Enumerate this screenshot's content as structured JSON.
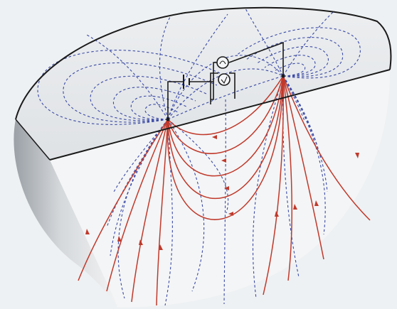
{
  "diagram": {
    "colors": {
      "background": "#eef1f3",
      "top_surface": "#e6e8ea",
      "cut_face": "#f4f5f6",
      "outline": "#1a1a1a",
      "equipotential_lines": "#3b4aa6",
      "current_lines": "#c0392b"
    },
    "components": [
      {
        "id": "battery",
        "icon": "battery-symbol"
      },
      {
        "id": "ammeter",
        "icon": "meter-circle"
      },
      {
        "id": "voltmeter",
        "icon": "meter-circle"
      }
    ],
    "electrodes": [
      "current-electrode-left",
      "current-electrode-right"
    ]
  }
}
